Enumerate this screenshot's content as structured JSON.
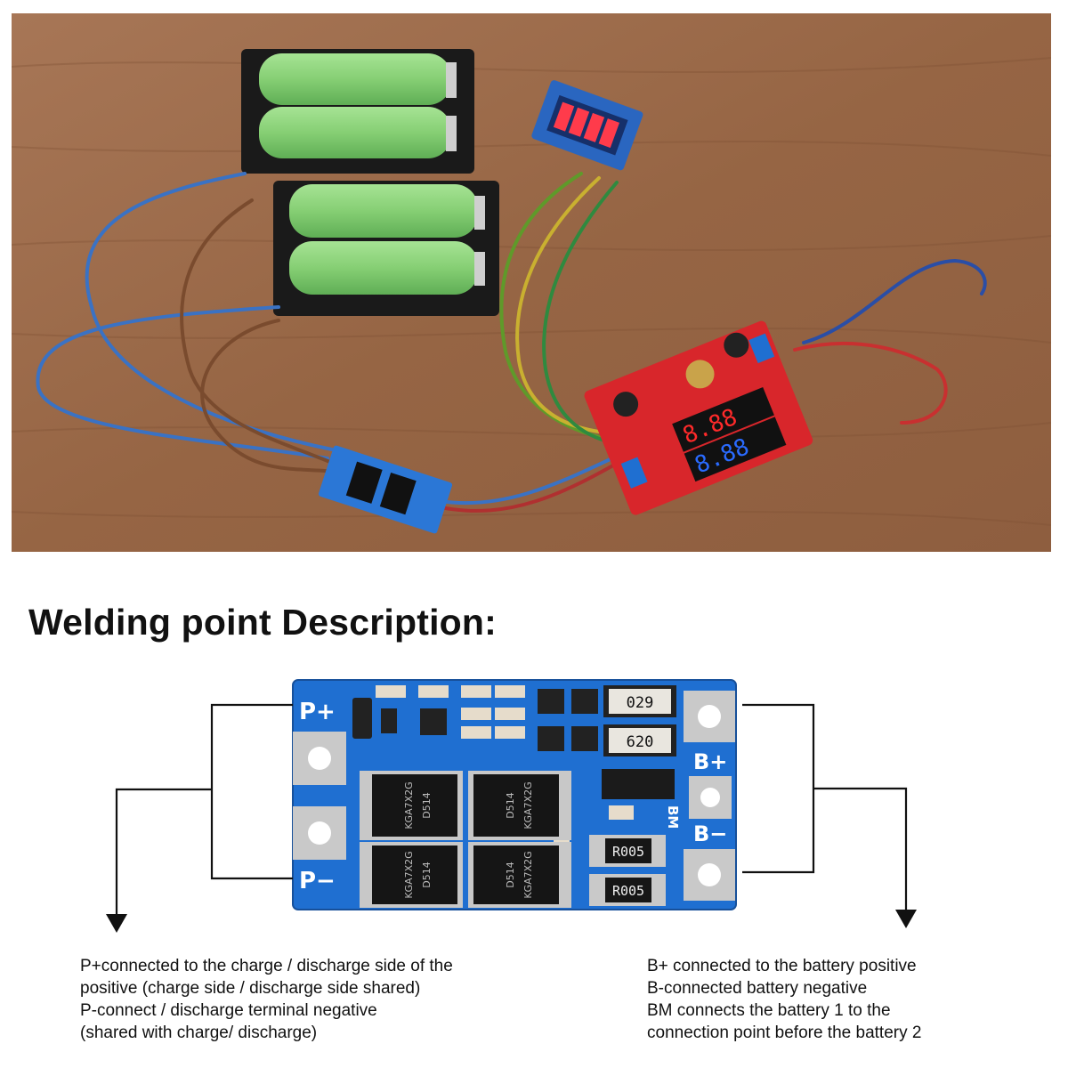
{
  "heading": "Welding point Description:",
  "board_labels": {
    "p_plus": "P+",
    "p_minus": "P−",
    "b_plus": "B+",
    "b_minus": "B−",
    "bm": "BM"
  },
  "component_markings": {
    "resistor_top": "029",
    "resistor_mid": "620",
    "shunt_1": "R005",
    "shunt_2": "R005",
    "mosfet_code": "KGA7X2G",
    "mosfet_sub": "D514"
  },
  "left_description": [
    "P+connected to the charge / discharge side of the",
    "positive (charge side / discharge side shared)",
    "P-connect / discharge terminal negative",
    "(shared with charge/ discharge)"
  ],
  "right_description": [
    "B+ connected to the battery positive",
    "B-connected battery negative",
    "BM connects the battery 1 to the",
    "connection point before the battery 2"
  ],
  "photo_display": {
    "top_row": "8.88",
    "bottom_row": "8.88"
  },
  "colors": {
    "pcb_blue": "#1f6fd1",
    "pad_silver": "#c9c9c9",
    "wood": "#9a6b4a",
    "cell_green": "#8fd37e",
    "display_red": "#ff2a2a",
    "display_blue": "#2a6bff"
  }
}
